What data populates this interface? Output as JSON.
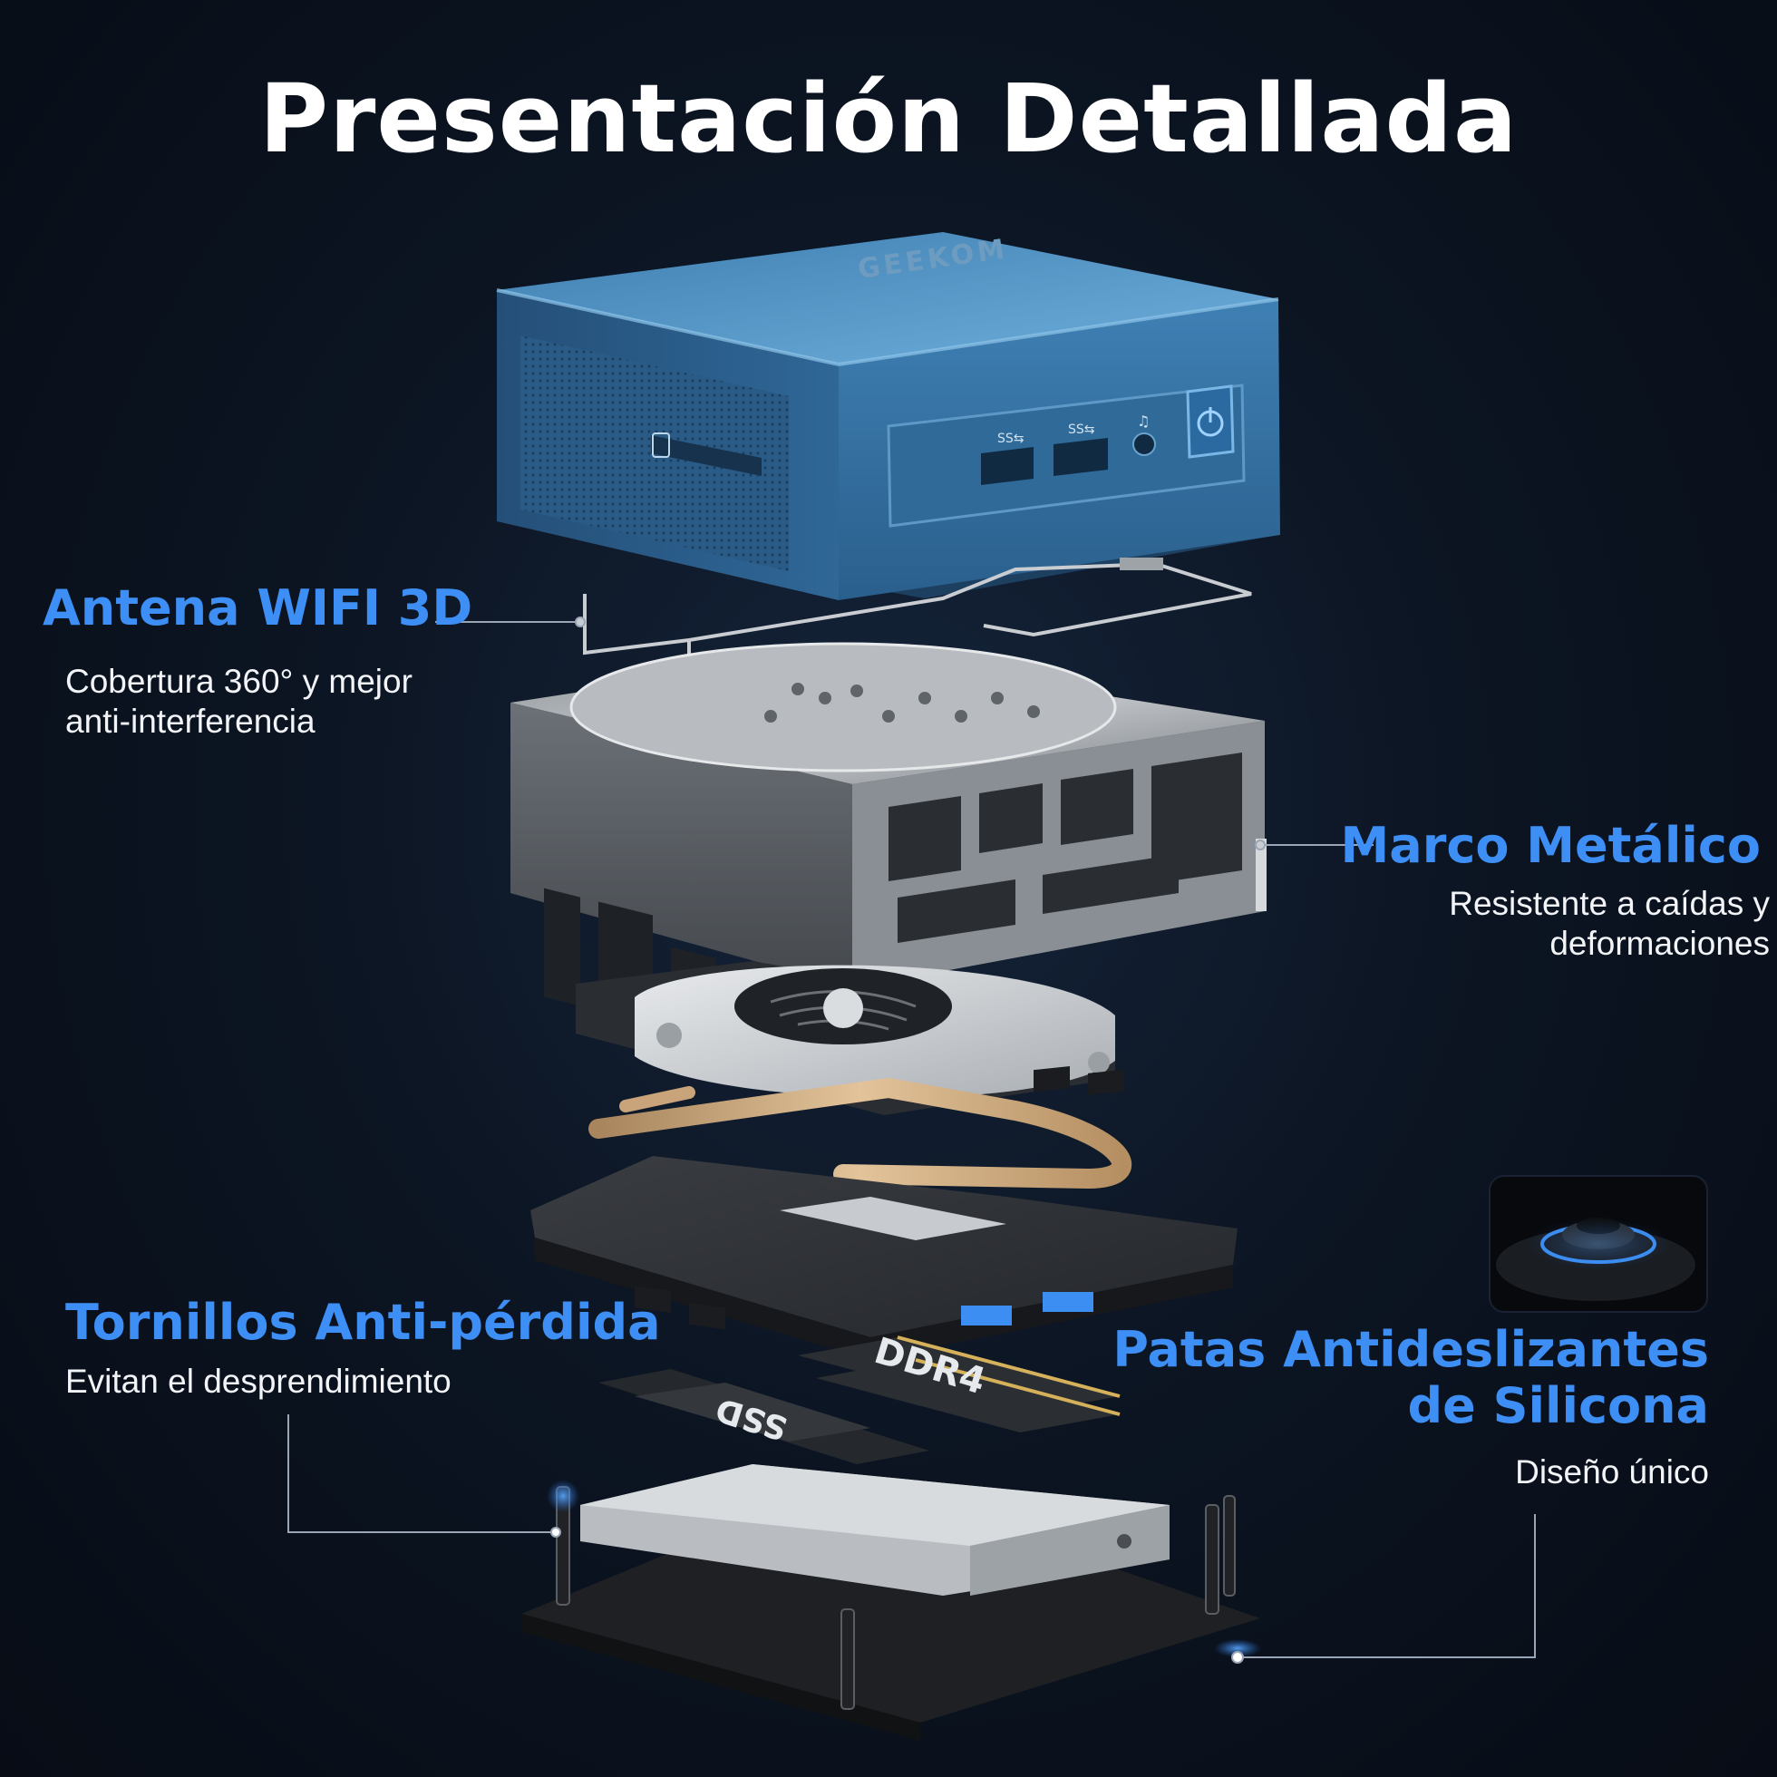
{
  "title": "Presentación Detallada",
  "brand_logo": "GEEKOM",
  "features": {
    "antena": {
      "title": "Antena WIFI 3D",
      "desc_line1": "Cobertura 360° y mejor",
      "desc_line2": "anti-interferencia"
    },
    "marco": {
      "title": "Marco Metálico",
      "desc_line1": "Resistente a caídas y",
      "desc_line2": "deformaciones"
    },
    "tornillos": {
      "title": "Tornillos Anti-pérdida",
      "desc_line1": "Evitan el desprendimiento"
    },
    "patas": {
      "title_line1": "Patas Antideslizantes",
      "title_line2": "de Silicona",
      "desc_line1": "Diseño único"
    }
  },
  "component_labels": {
    "ram": "DDR4",
    "ssd": "SSD"
  },
  "colors": {
    "accent": "#3e8ff5",
    "case_blue": "#3b78a8",
    "background": "#0a1220"
  }
}
